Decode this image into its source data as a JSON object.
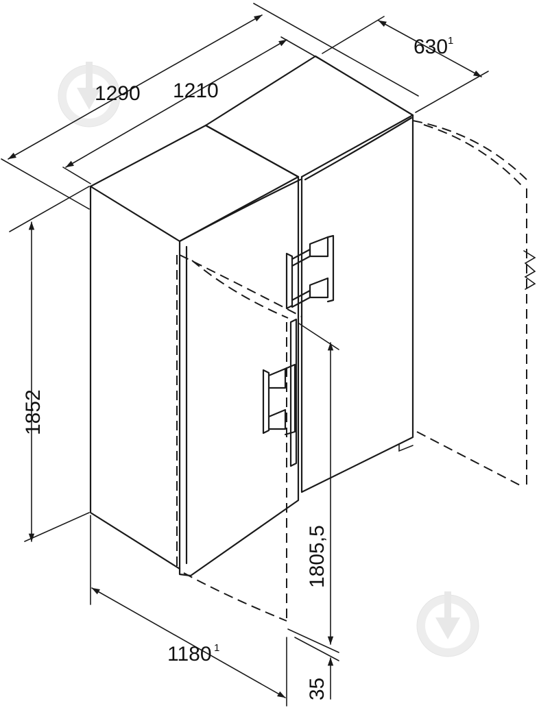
{
  "dimensions": {
    "width_total": "1290",
    "width_cabinets": "1210",
    "depth": "630",
    "depth_note": "1",
    "height_total": "1852",
    "height_hinge": "1805,5",
    "width_open": "1180",
    "width_open_note": "1",
    "plinth": "35"
  },
  "colors": {
    "line": "#1a1a1a",
    "watermark": "#e6e6e6",
    "background": "#ffffff"
  },
  "icons": [
    "watermark-logo-icon",
    "arrowhead-icon"
  ]
}
